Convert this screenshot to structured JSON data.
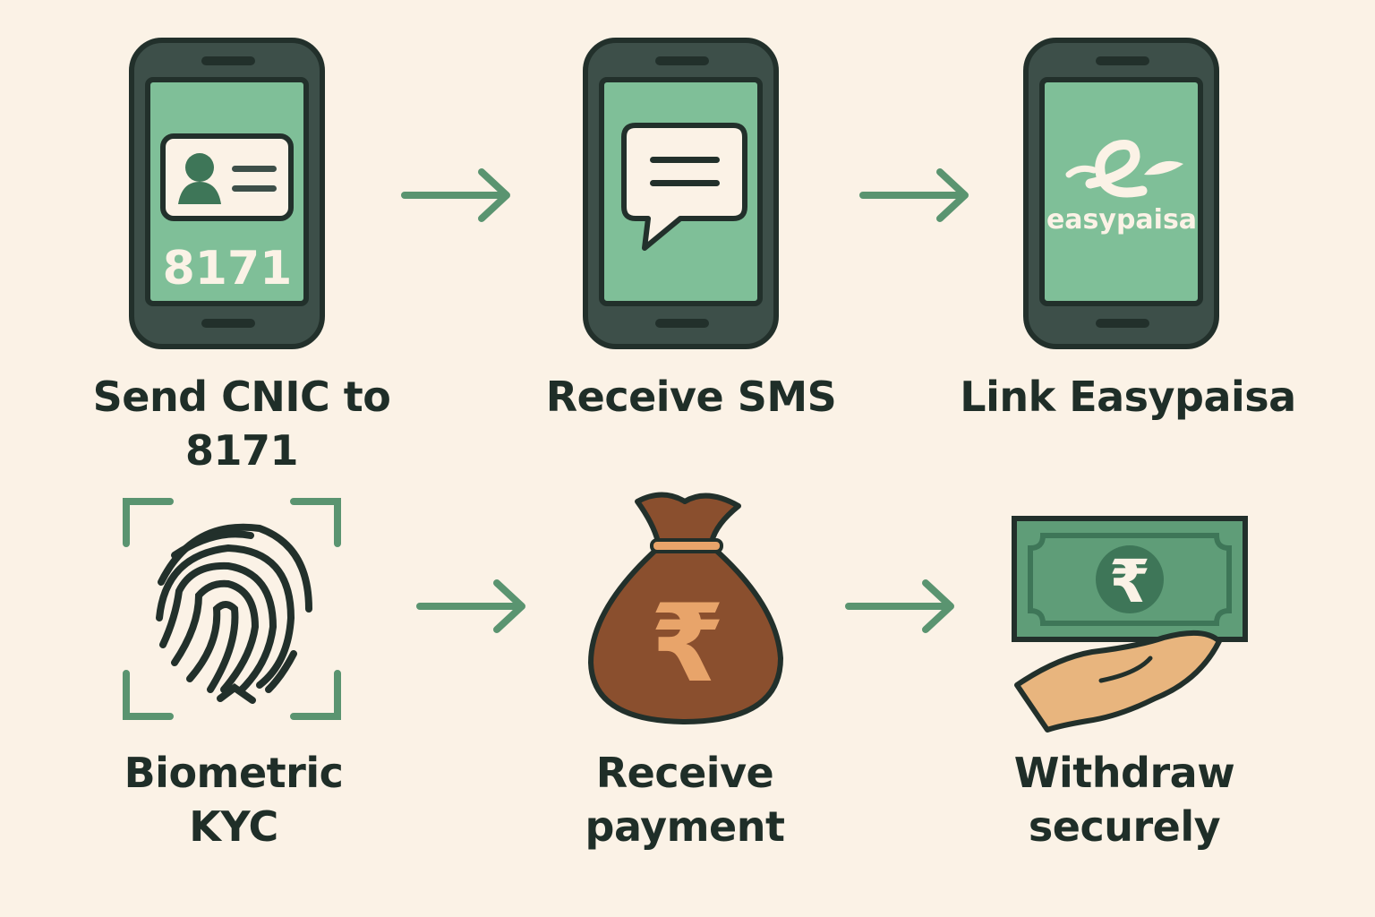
{
  "colors": {
    "background": "#fbf2e6",
    "phone": "#3d4f49",
    "outline": "#22302b",
    "screen": "#7fbf98",
    "accent_green": "#3e7658",
    "arrow": "#5a9470",
    "bag": "#8a4f2e",
    "hand": "#e8b57e",
    "text": "#1f2e28"
  },
  "steps": [
    {
      "icon": "phone-id-card-icon",
      "screen_text": "8171",
      "label_lines": [
        "Send CNIC to",
        "8171"
      ]
    },
    {
      "icon": "phone-sms-icon",
      "label_lines": [
        "Receive SMS"
      ]
    },
    {
      "icon": "phone-easypaisa-icon",
      "screen_text": "easypaisa",
      "label_lines": [
        "Link Easypaisa"
      ]
    },
    {
      "icon": "fingerprint-scan-icon",
      "label_lines": [
        "Biometric",
        "KYC"
      ]
    },
    {
      "icon": "money-bag-rupee-icon",
      "symbol": "₹",
      "label_lines": [
        "Receive",
        "payment"
      ]
    },
    {
      "icon": "banknote-hand-icon",
      "symbol": "₹",
      "label_lines": [
        "Withdraw",
        "securely"
      ]
    }
  ]
}
